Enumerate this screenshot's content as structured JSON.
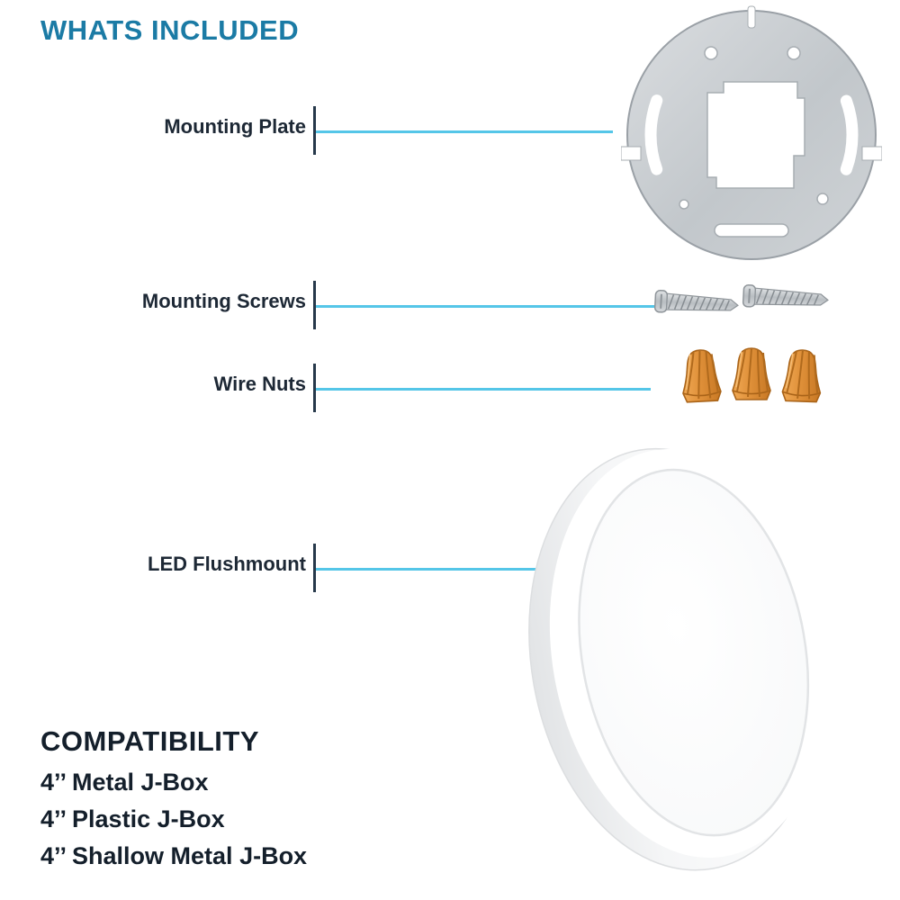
{
  "whats_included": {
    "title": "WHATS INCLUDED",
    "callouts": [
      {
        "label": "Mounting Plate"
      },
      {
        "label": "Mounting Screws"
      },
      {
        "label": "Wire Nuts"
      },
      {
        "label": "LED Flushmount"
      }
    ]
  },
  "compatibility": {
    "title": "COMPATIBILITY",
    "items": [
      "4’’ Metal J-Box",
      "4’’ Plastic J-Box",
      "4’’ Shallow Metal J-Box"
    ]
  },
  "illustrations": [
    {
      "name": "mounting-plate-illustration"
    },
    {
      "name": "mounting-screws-illustration"
    },
    {
      "name": "wire-nuts-illustration"
    },
    {
      "name": "led-flushmount-illustration"
    }
  ],
  "colors": {
    "heading_teal": "#1b7ba5",
    "text_navy": "#141f2b",
    "leader_line_cyan": "#55c6e8",
    "leader_tick_navy": "#26384a",
    "wire_nut_orange": "#dd8c33",
    "metal_gray": "#c9cdd1",
    "screw_silver": "#c6cacd"
  }
}
